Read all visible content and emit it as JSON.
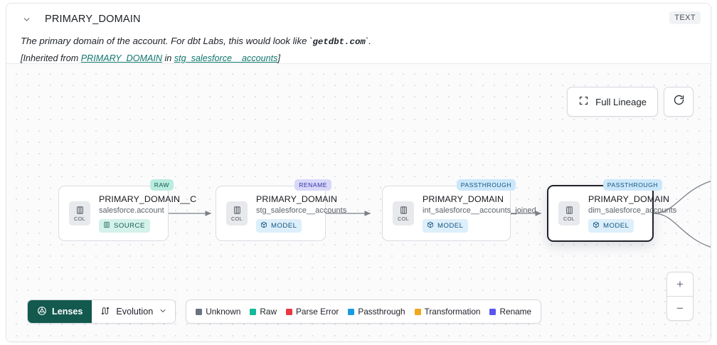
{
  "header": {
    "collapse_icon": "chevron-down-icon",
    "title": "PRIMARY_DOMAIN",
    "type_badge": "TEXT",
    "description_prefix": "The primary domain of the account. For dbt Labs, this would look like `",
    "description_code": "getdbt.com",
    "description_suffix": "`.",
    "inherited_open": "[Inherited from ",
    "inherited_link1": "PRIMARY_DOMAIN",
    "inherited_middle": " in ",
    "inherited_link2": "stg_salesforce__accounts",
    "inherited_close": "]"
  },
  "lineage_controls": {
    "full_lineage_label": "Full Lineage",
    "full_lineage_icon": "expand-icon",
    "refresh_icon": "refresh-icon"
  },
  "zoom_controls": {
    "zoom_in_label": "+",
    "zoom_out_label": "−"
  },
  "graph": {
    "col_chip_label": "COL",
    "nodes": [
      {
        "title": "PRIMARY_DOMAIN__C",
        "subtitle": "salesforce.account",
        "kind": "SOURCE",
        "kind_icon": "database-icon",
        "tag": "RAW",
        "selected": false
      },
      {
        "title": "PRIMARY_DOMAIN",
        "subtitle": "stg_salesforce__accounts",
        "kind": "MODEL",
        "kind_icon": "cube-icon",
        "tag": "RENAME",
        "selected": false
      },
      {
        "title": "PRIMARY_DOMAIN",
        "subtitle": "int_salesforce__accounts_joined",
        "kind": "MODEL",
        "kind_icon": "cube-icon",
        "tag": "PASSTHROUGH",
        "selected": false
      },
      {
        "title": "PRIMARY_DOMAIN",
        "subtitle": "dim_salesforce_accounts",
        "kind": "MODEL",
        "kind_icon": "cube-icon",
        "tag": "PASSTHROUGH",
        "selected": true
      }
    ]
  },
  "bottombar": {
    "lenses_label": "Lenses",
    "lenses_icon": "aperture-icon",
    "evolution_label": "Evolution",
    "evolution_icon": "route-icon",
    "evolution_chevron": "chevron-down-icon",
    "legend": [
      {
        "label": "Unknown",
        "color": "#6b7280"
      },
      {
        "label": "Raw",
        "color": "#14b89a"
      },
      {
        "label": "Parse Error",
        "color": "#e8393f"
      },
      {
        "label": "Passthrough",
        "color": "#1b9ae0"
      },
      {
        "label": "Transformation",
        "color": "#f0a81e"
      },
      {
        "label": "Rename",
        "color": "#5b55ef"
      }
    ]
  }
}
